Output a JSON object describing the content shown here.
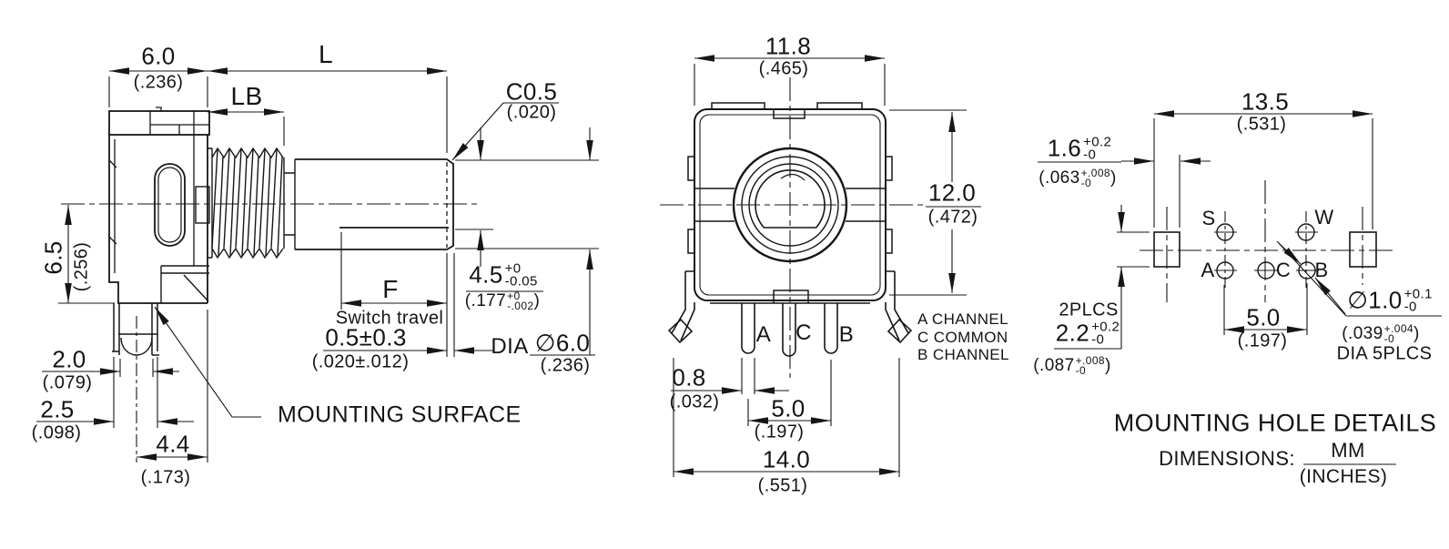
{
  "side": {
    "w": "6.0",
    "w_in": "(.236)",
    "L": "L",
    "LB": "LB",
    "chamfer": "C0.5",
    "chamfer_in": "(.020)",
    "h": "6.5",
    "h_in": "(.256)",
    "pin1": "2.0",
    "pin1_in": "(.079)",
    "pin2": "2.5",
    "pin2_in": "(.098)",
    "pin_off": "4.4",
    "pin_off_in": "(.173)",
    "flat_len": "F",
    "travel_label": "Switch travel",
    "travel": "0.5±0.3",
    "travel_in": "(.020±.012)",
    "flat": "4.5",
    "flat_p": "+0",
    "flat_m": "-0.05",
    "flat_in": "(.177",
    "flat_in_p": "+0",
    "flat_in_m": "-.002",
    "dia_label": "DIA",
    "shaft_dia": "∅6.0",
    "shaft_dia_in": "(.236)",
    "mounting_surface": "MOUNTING SURFACE"
  },
  "front": {
    "w": "11.8",
    "w_in": "(.465)",
    "h": "12.0",
    "h_in": "(.472)",
    "pin_a": "A",
    "pin_c": "C",
    "pin_b": "B",
    "note_a": "A CHANNEL",
    "note_c": "C COMMON",
    "note_b": "B CHANNEL",
    "pin_t": "0.8",
    "pin_t_in": "(.032)",
    "pin_sp": "5.0",
    "pin_sp_in": "(.197)",
    "span": "14.0",
    "span_in": "(.551)"
  },
  "mount": {
    "span": "13.5",
    "span_in": "(.531)",
    "slot_w": "1.6",
    "slot_w_p": "+0.2",
    "slot_w_m": "-0",
    "slot_w_in": "(.063",
    "slot_w_in_p": "+.008",
    "slot_w_in_m": "-0",
    "plcs": "2PLCS",
    "slot_h": "2.2",
    "slot_h_p": "+0.2",
    "slot_h_m": "-0",
    "slot_h_in": "(.087",
    "slot_h_in_p": "+.008",
    "slot_h_in_m": "-0",
    "hole_s": "S",
    "hole_w": "W",
    "hole_a": "A",
    "hole_c": "C",
    "hole_b": "B",
    "hole_sp": "5.0",
    "hole_sp_in": "(.197)",
    "hole_d": "∅1.0",
    "hole_d_p": "+0.1",
    "hole_d_m": "-0",
    "hole_d_in": "(.039",
    "hole_d_in_p": "+.004",
    "hole_d_in_m": "-0",
    "dia_plcs": "DIA 5PLCS",
    "title": "MOUNTING HOLE DETAILS",
    "dims_label": "DIMENSIONS:",
    "mm": "MM",
    "inches": "(INCHES)"
  },
  "misc": {
    "cp": ")"
  },
  "colors": {
    "line": "#161616",
    "background": "#ffffff"
  }
}
